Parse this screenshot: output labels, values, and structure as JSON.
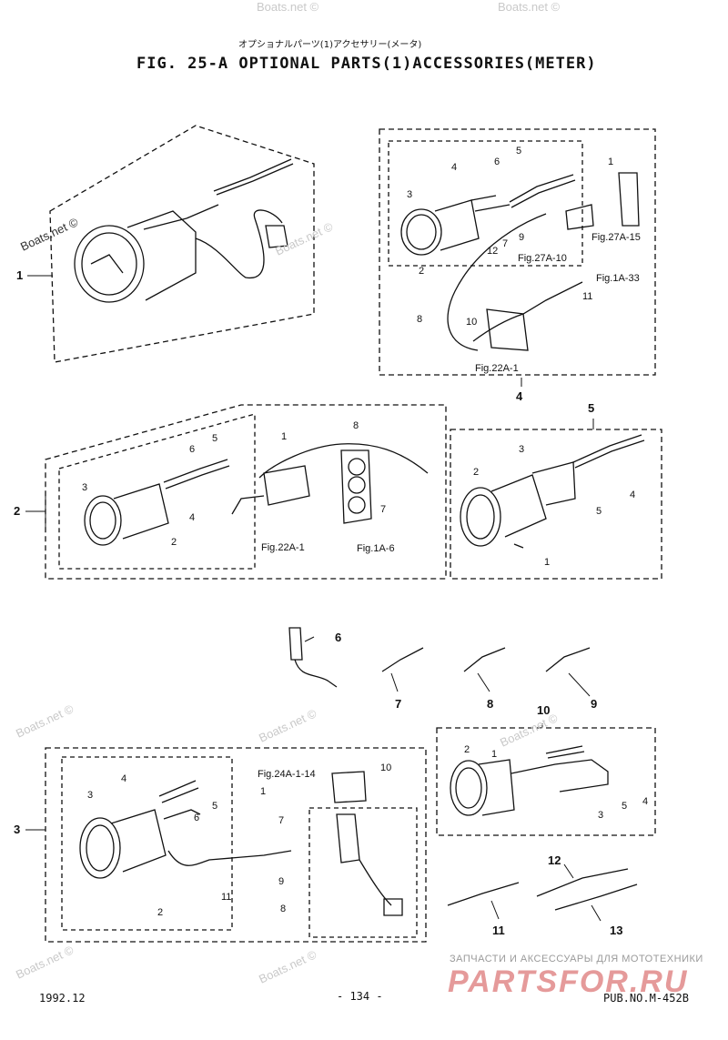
{
  "header": {
    "subtitle_jp": "オプショナルパーツ(1)アクセサリー(メータ)",
    "title": "FIG. 25-A OPTIONAL PARTS(1)ACCESSORIES(METER)"
  },
  "watermarks": {
    "boats_net": "Boats.net ©"
  },
  "group_labels": [
    "1",
    "2",
    "3",
    "4",
    "5",
    "6",
    "7",
    "8",
    "9",
    "10",
    "11",
    "12",
    "13"
  ],
  "callouts": {
    "g1": [
      "1"
    ],
    "g4": [
      "1",
      "2",
      "3",
      "4",
      "5",
      "6",
      "7",
      "8",
      "9",
      "10",
      "11",
      "12"
    ],
    "g2": [
      "1",
      "2",
      "3",
      "4",
      "5",
      "6",
      "7",
      "8"
    ],
    "g5": [
      "1",
      "2",
      "3",
      "4",
      "5"
    ],
    "g3": [
      "1",
      "2",
      "3",
      "4",
      "5",
      "6",
      "7",
      "8",
      "9",
      "10",
      "11"
    ],
    "g10": [
      "2",
      "3",
      "4",
      "5",
      "1"
    ]
  },
  "references": {
    "fig27a15": "Fig.27A-15",
    "fig27a10": "Fig.27A-10",
    "fig1a33": "Fig.1A-33",
    "fig22a1_top": "Fig.22A-1",
    "fig22a1_mid": "Fig.22A-1",
    "fig1a6": "Fig.1A-6",
    "fig24a114": "Fig.24A-1-14"
  },
  "footer": {
    "date": "1992.12",
    "page": "- 134 -",
    "pub": "PUB.NO.M-452B"
  },
  "brand": {
    "tagline": "ЗАПЧАСТИ И АКСЕССУАРЫ ДЛЯ МОТОТЕХНИКИ",
    "logo_text": "PARTSFOR.RU"
  }
}
